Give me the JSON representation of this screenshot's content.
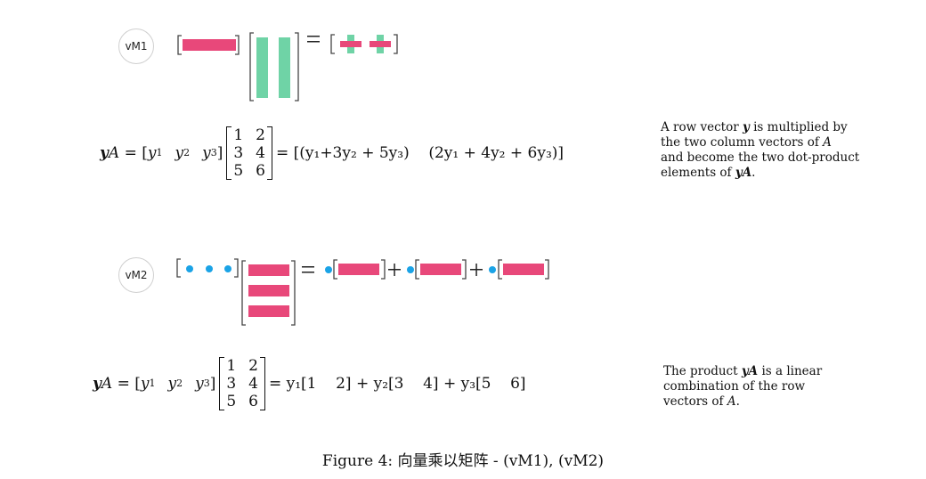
{
  "colors": {
    "pink": "#e8487a",
    "green": "#6fd3a6",
    "blue": "#1aa3e6",
    "bracket": "#444444"
  },
  "vm1": {
    "badge": "vM1",
    "equation": {
      "lhs_bold": "y",
      "lhs_it": "A",
      "eq1": " = [",
      "y1": "y",
      "s1": "1",
      "y2": "y",
      "s2": "2",
      "y3": "y",
      "s3": "3",
      "close": "]",
      "matrix": [
        "1",
        "2",
        "3",
        "4",
        "5",
        "6"
      ],
      "rhs": "= [(y₁+3y₂ + 5y₃)    (2y₁ + 4y₂ + 6y₃)]"
    },
    "note": {
      "line1_a": "A row vector ",
      "line1_b": "y",
      "line1_c": " is multiplied by",
      "line2_a": "the two column vectors of ",
      "line2_b": "A",
      "line3": "and become the two dot-product",
      "line4_a": "elements of ",
      "line4_b": "yA",
      "line4_c": "."
    }
  },
  "vm2": {
    "badge": "vM2",
    "equation": {
      "lhs_bold": "y",
      "lhs_it": "A",
      "eq1": " = [",
      "y1": "y",
      "s1": "1",
      "y2": "y",
      "s2": "2",
      "y3": "y",
      "s3": "3",
      "close": "]",
      "matrix": [
        "1",
        "2",
        "3",
        "4",
        "5",
        "6"
      ],
      "rhs": "= y₁[1    2] + y₂[3    4] + y₃[5    6]"
    },
    "note": {
      "line1_a": "The product ",
      "line1_b": "yA",
      "line1_c": " is a linear",
      "line2": "combination of the row",
      "line3_a": "vectors of ",
      "line3_b": "A",
      "line3_c": "."
    }
  },
  "caption": "Figure 4: 向量乘以矩阵 - (vM1), (vM2)"
}
